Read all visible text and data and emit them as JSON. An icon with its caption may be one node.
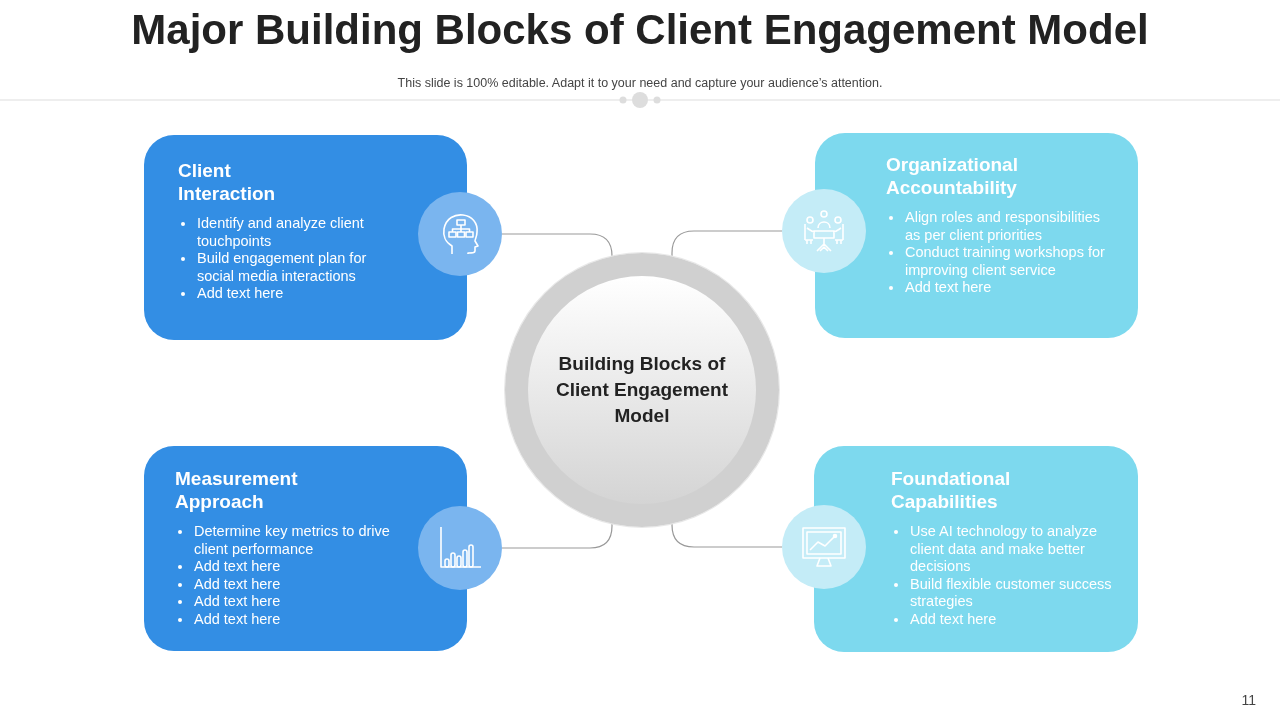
{
  "diagram": {
    "title": "Major Building Blocks of Client Engagement Model",
    "nodes": [
      {
        "text": [
          "Client Interaction",
          "Identify and analyze client touchpoints",
          "Build engagement plan for social media interactions",
          "Add text here"
        ]
      },
      {
        "text": [],
        "shape": "circle"
      },
      {
        "text": [
          "Organizational Accountability",
          "Align roles and responsibilities as per client priorities",
          "Conduct training workshops for improving client service",
          "Add text here"
        ]
      },
      {
        "text": [],
        "shape": "circle"
      },
      {
        "text": [
          "Building Blocks of Client Engagement Model"
        ]
      },
      {
        "text": [
          "Measurement Approach",
          "Determine key metrics to drive client performance",
          "Add text here",
          "Add text here",
          "Add text here",
          "Add text here"
        ]
      },
      {
        "text": [],
        "shape": "circle"
      },
      {
        "text": [
          "Foundational Capabilities",
          "Use AI technology to analyze client data and make better decisions",
          "Build flexible customer success strategies",
          "Add text here"
        ]
      },
      {
        "text": [],
        "shape": "circle"
      }
    ],
    "edges": [
      {
        "from": 4,
        "to": 1,
        "arrow": "none"
      },
      {
        "from": 4,
        "to": 3,
        "arrow": "none"
      },
      {
        "from": 4,
        "to": 6,
        "arrow": "none"
      },
      {
        "from": 4,
        "to": 8,
        "arrow": "none"
      }
    ],
    "labels": [
      "This slide is 100% editable. Adapt it to your need and capture your audience’s attention.",
      "11"
    ]
  }
}
